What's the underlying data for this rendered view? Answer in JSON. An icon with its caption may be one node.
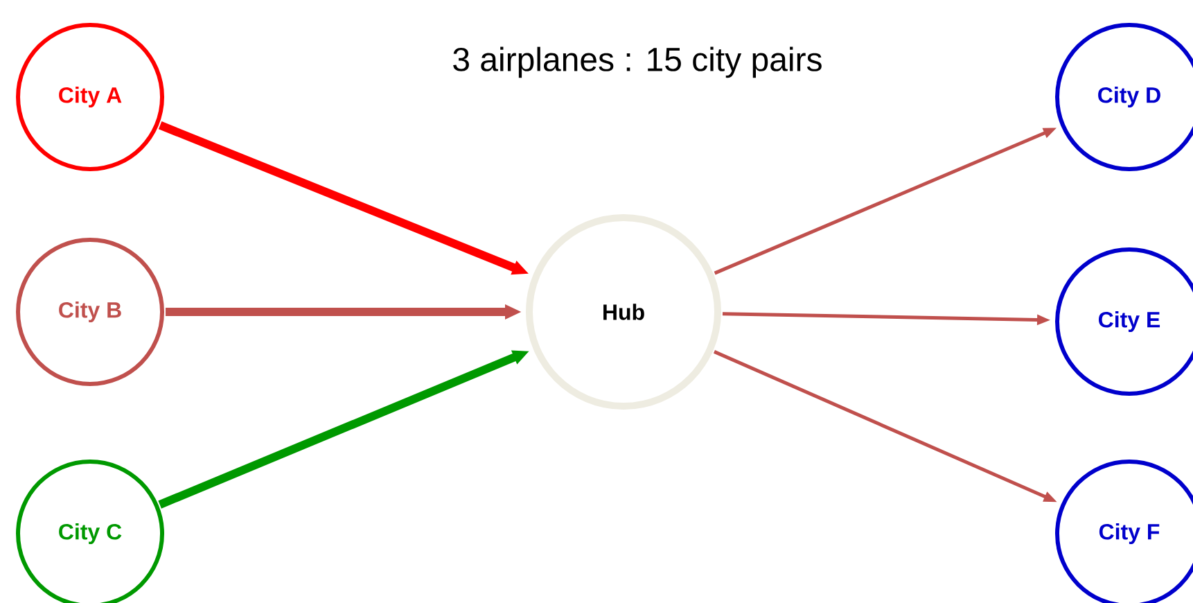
{
  "diagram": {
    "title": "3 airplanes : 15 city pairs",
    "nodes": [
      {
        "text": [
          "City A"
        ]
      },
      {
        "text": [
          "City B"
        ]
      },
      {
        "text": [
          "City C"
        ]
      },
      {
        "text": [
          "Hub"
        ]
      },
      {
        "text": [
          "City D"
        ]
      },
      {
        "text": [
          "City E"
        ]
      },
      {
        "text": [
          "City F"
        ]
      }
    ],
    "edges": [
      {
        "from": 0,
        "to": 3,
        "arrow": "to",
        "style": "thick",
        "color": "#ff0000"
      },
      {
        "from": 1,
        "to": 3,
        "arrow": "to",
        "style": "thick"
      },
      {
        "from": 2,
        "to": 3,
        "arrow": "to",
        "style": "thick",
        "color": "#009900"
      },
      {
        "from": 3,
        "to": 4,
        "arrow": "to"
      },
      {
        "from": 3,
        "to": 5,
        "arrow": "to"
      },
      {
        "from": 3,
        "to": 6,
        "arrow": "to"
      }
    ]
  }
}
